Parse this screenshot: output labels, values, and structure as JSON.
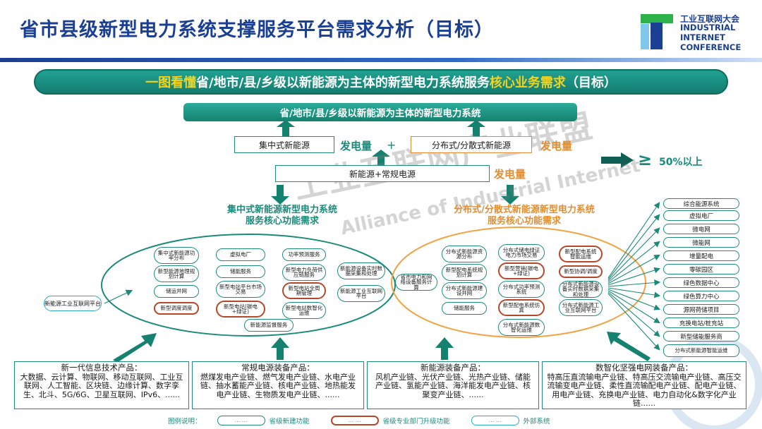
{
  "header": {
    "title": "省市县级新型电力系统支撑服务平台需求分析（目标）",
    "logo": {
      "cn": "工业互联网大会",
      "en1": "INDUSTRIAL",
      "en2": "INTERNET",
      "en3": "CONFERENCE"
    }
  },
  "banner": {
    "part1": "一图看懂",
    "part2": "省/地市/县/乡级以新能源为主体的新型电力系统服务",
    "part3": "核心业务需求",
    "part4": "（目标）"
  },
  "system_box": "省/地市/县/乡级以新能源为主体的新型电力系统",
  "sources": {
    "centralized": "集中式新能源",
    "distributed": "分布式/分散式新能源",
    "combined": "新能源+常规电源",
    "gen": "发电量",
    "plus": "+",
    "geq": "≥",
    "percent": "50%以上"
  },
  "watermark": {
    "cn": "工业互联网产业联盟",
    "en": "Alliance of Industrial Internet"
  },
  "left_cluster": {
    "title1": "集中式新能源新型电力系统",
    "title2": "服务核心功能需求",
    "pills": [
      "集中式新能源功率分布",
      "新型能源地理规划计算",
      "储运并网",
      "新型调度调度",
      "虚拟电厂",
      "储能服务",
      "新型电站平台市场交易",
      "新型电站(碳电+绿证)",
      "新能源监督服务",
      "功率预测服务",
      "新型电力负荷供应链服务",
      "新型电站全周期管理",
      "新型电站数智化运维",
      "新能源设备实时数据采集和处理",
      "新能源工业互联网平台"
    ],
    "external": "新能源工业互联网平台"
  },
  "right_cluster": {
    "title1": "分布式/分散式新能源新型电力系统",
    "title2": "服务核心功能需求",
    "pills": [
      "省市电力和网络设备服务计算",
      "分布式新能源资源分布",
      "新型配电系统规划计算",
      "分布式新能源建设并网",
      "储能服务",
      "分布式储电绿证电力市场交易",
      "新型营销(碳电+绿证)",
      "分布式功率预测系统",
      "新型配电系统仿真",
      "分布式新能源数智化运维",
      "新型配电系统智能运维",
      "新型协调/调度",
      "分布式新能源设备实时数据采集和处理",
      "分布式新能源工业互联网平台"
    ]
  },
  "external_systems": [
    "综合能源系统",
    "虚拟电厂",
    "微电网",
    "微能网",
    "增量配电",
    "零碳园区",
    "绿色数据中心",
    "绿色算力中心",
    "源网荷储项目",
    "充换电站/桩充站",
    "新型储能服务商",
    "分布式新能源智能运维"
  ],
  "bottom_boxes": [
    {
      "title": "新一代信息技术产品：",
      "body": "大数据、云计算、物联网、移动互联网、工业互联网、人工智能、区块链、边缘计算、数字孪生、北斗、5G/6G、卫星互联网、IPv6、......"
    },
    {
      "title": "常规电源装备产品：",
      "body": "燃煤发电产业链、燃气发电产业链、水电产业链、抽水蓄能产业链、核电产业链、地热能发电产业链、生物质发电产业链、......"
    },
    {
      "title": "新能源装备产品：",
      "body": "风机产业链、光伏产业链、光热产业链、储能产业链、氢能产业链、海洋能发电产业链、核聚变产业链、......"
    },
    {
      "title": "数智化坚强电网装备产品：",
      "body": "特高压直流输电产业链、特高压交流输电产业链、高压交流输变电产业链、柔性直流输配电产业链、配电产业链、用电产业链、充换电产业链、电力自动化&数字化产业链......"
    }
  ],
  "legend": {
    "label": "图例说明：",
    "pill_text": "... ...",
    "new_func": "省级新建功能",
    "upgrade_func": "省级专业部门升级功能",
    "external": "外部系统"
  }
}
